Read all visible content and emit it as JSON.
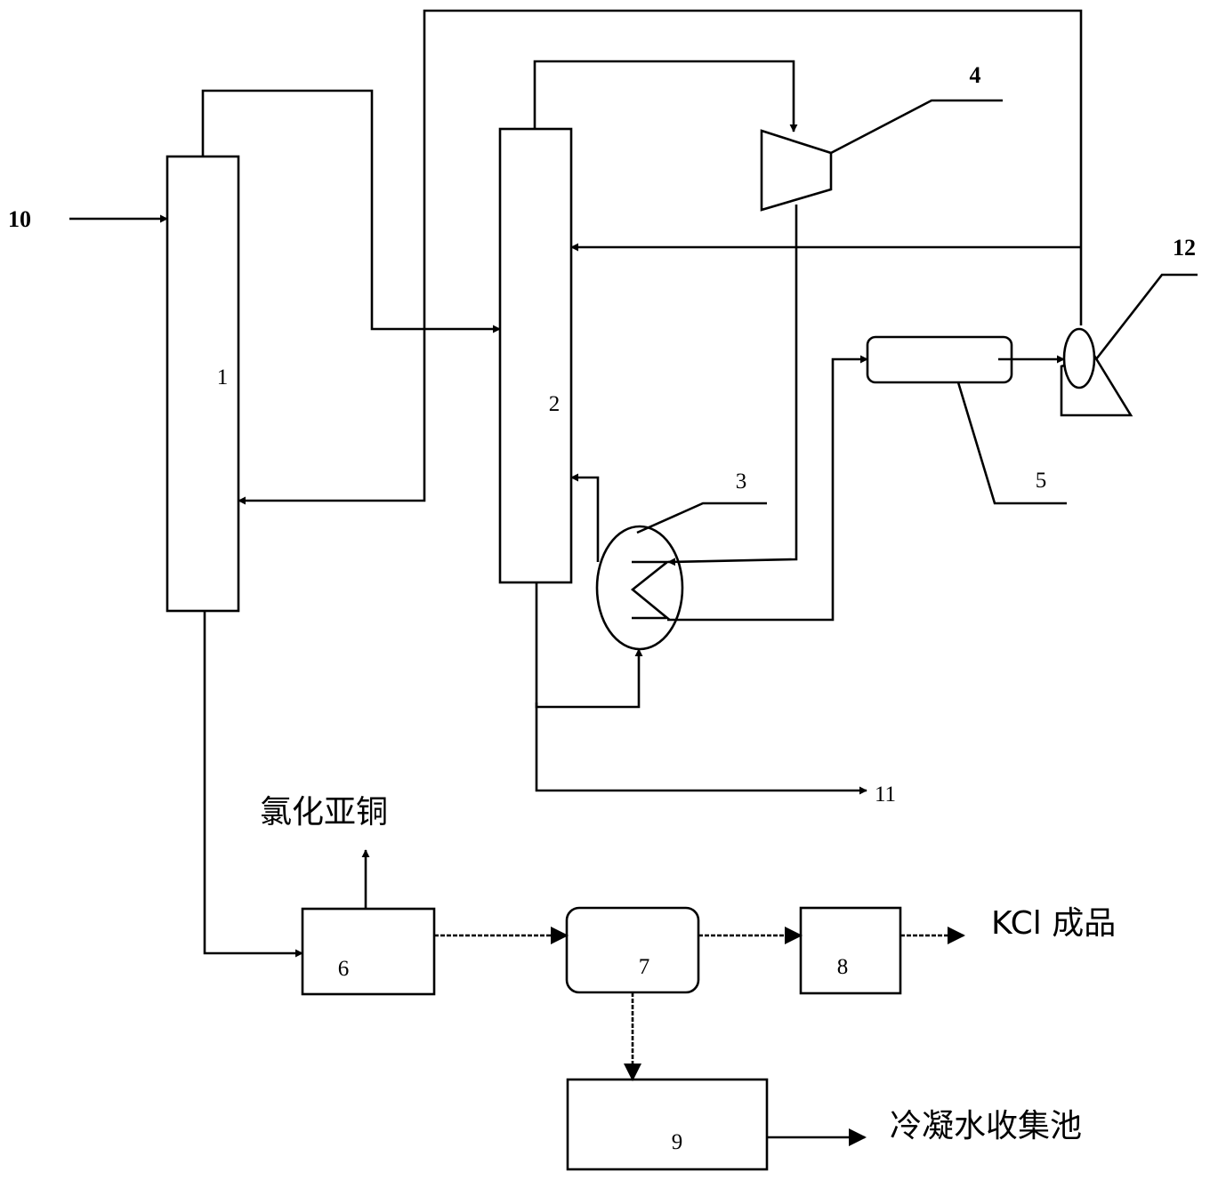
{
  "labels": {
    "unit_1": "1",
    "unit_2": "2",
    "unit_3": "3",
    "unit_4": "4",
    "unit_5": "5",
    "unit_6": "6",
    "unit_7": "7",
    "unit_8": "8",
    "unit_9": "9",
    "stream_10": "10",
    "stream_11": "11",
    "unit_12": "12",
    "product_cucl": "氯化亚铜",
    "product_kcl": "KCl 成品",
    "condensate_pool": "冷凝水收集池"
  },
  "colors": {
    "line": "#000000",
    "background": "#ffffff"
  }
}
